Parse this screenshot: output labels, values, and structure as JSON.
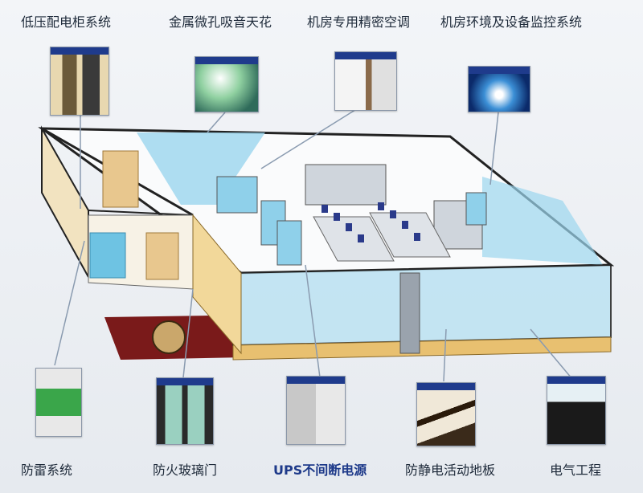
{
  "labels": {
    "low_voltage": "低压配电柜系统",
    "metal_ceiling": "金属微孔吸音天花",
    "precision_ac": "机房专用精密空调",
    "env_monitor": "机房环境及设备监控系统",
    "lightning": "防雷系统",
    "fire_door": "防火玻璃门",
    "ups": "UPS不间断电源",
    "raised_floor": "防静电活动地板",
    "electrical": "电气工程"
  },
  "colors": {
    "accent_blue": "#1f3b8c",
    "glass_blue": "#8fd0ea",
    "wall_yellow": "#e8c070",
    "floor_white": "#f7f8fa",
    "mat_red": "#7a1a1a"
  }
}
